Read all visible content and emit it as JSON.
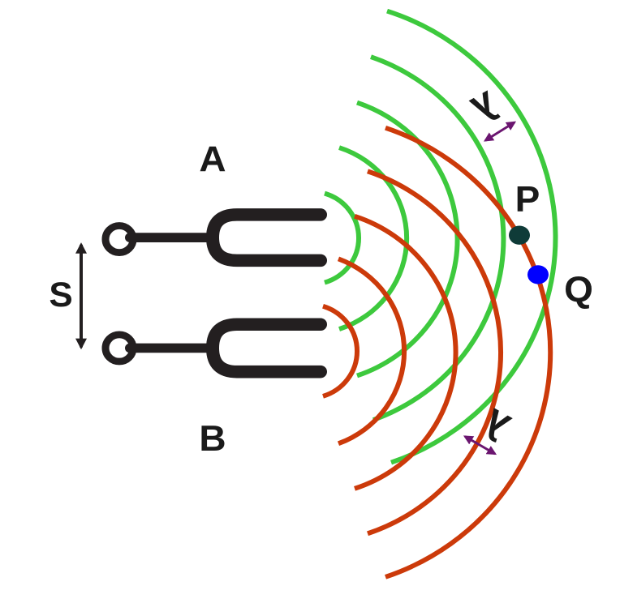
{
  "labels": {
    "source_a": "A",
    "source_b": "B",
    "separation": "S",
    "point_p": "P",
    "point_q": "Q",
    "wavelength_top": "λ",
    "wavelength_bottom": "λ"
  },
  "colors": {
    "wave_a": "#3dc93d",
    "wave_b": "#cc3a0a",
    "fork": "#231f20",
    "point_p": "#0f3b38",
    "point_q": "#0000ff",
    "wavelength_arrow": "#6b1670"
  }
}
